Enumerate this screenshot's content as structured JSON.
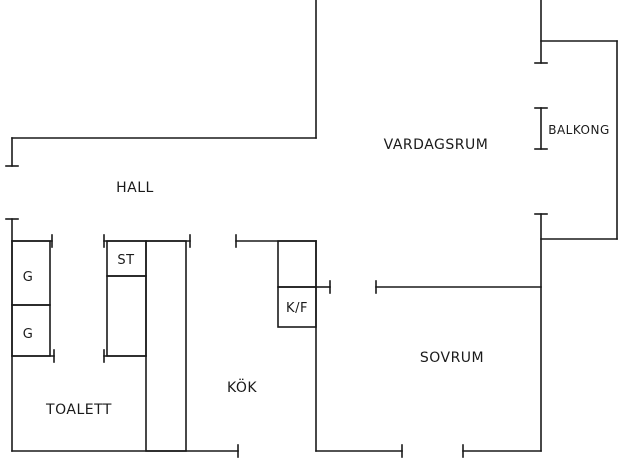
{
  "rooms": {
    "vardagsrum": "VARDAGSRUM",
    "balkong": "BALKONG",
    "hall": "HALL",
    "sovrum": "SOVRUM",
    "kok": "KÖK",
    "toalett": "TOALETT"
  },
  "fixtures": {
    "garderob_1": "G",
    "garderob_2": "G",
    "stad": "ST",
    "kyl_frys": "K/F"
  }
}
